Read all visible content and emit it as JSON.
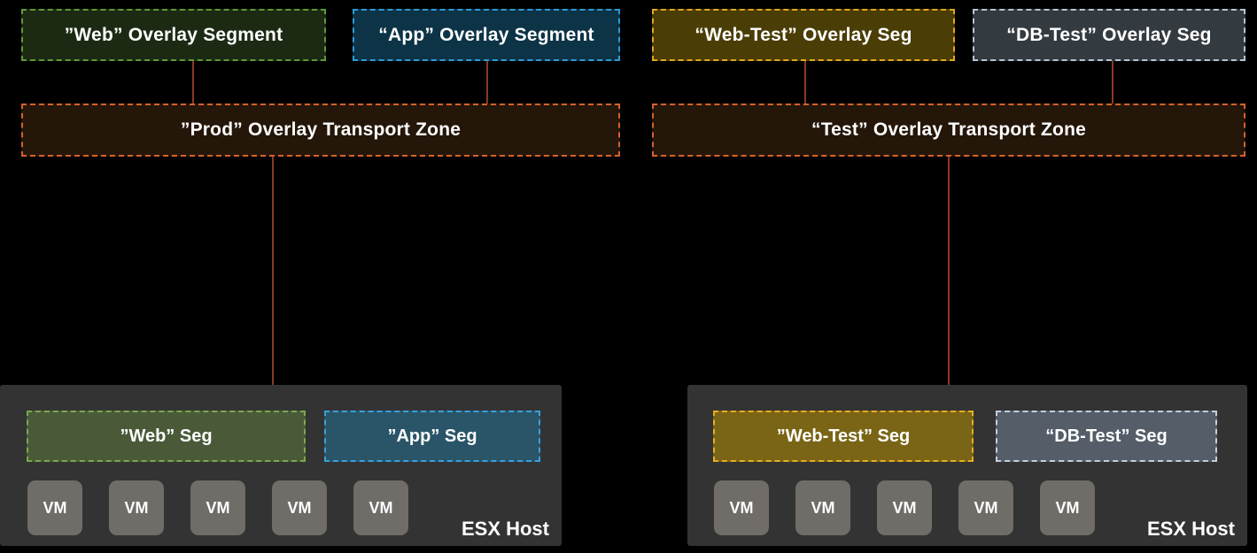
{
  "colors": {
    "background": "#000000",
    "connector": "#8a3a20",
    "host_bg": "#333333",
    "vm_bg": "#706c68",
    "web_border": "#5c9a3a",
    "app_border": "#2e9bd6",
    "webtest_border": "#e0a81c",
    "dbtest_border": "#b8c4d4",
    "tz_border": "#d4622a"
  },
  "overlay_segments": [
    {
      "label": "”Web” Overlay Segment",
      "accent": "#5c9a3a"
    },
    {
      "label": "“App” Overlay Segment",
      "accent": "#2e9bd6"
    },
    {
      "label": "“Web-Test” Overlay Seg",
      "accent": "#e0a81c"
    },
    {
      "label": "“DB-Test” Overlay Seg",
      "accent": "#b8c4d4"
    }
  ],
  "transport_zones": [
    {
      "label": "”Prod” Overlay Transport Zone"
    },
    {
      "label": "“Test” Overlay Transport Zone"
    }
  ],
  "hosts": [
    {
      "label": "ESX Host",
      "segments": [
        {
          "label": "”Web” Seg"
        },
        {
          "label": "”App” Seg"
        }
      ],
      "vms": [
        {
          "label": "VM"
        },
        {
          "label": "VM"
        },
        {
          "label": "VM"
        },
        {
          "label": "VM"
        },
        {
          "label": "VM"
        }
      ]
    },
    {
      "label": "ESX Host",
      "segments": [
        {
          "label": "”Web-Test” Seg"
        },
        {
          "label": "“DB-Test” Seg"
        }
      ],
      "vms": [
        {
          "label": "VM"
        },
        {
          "label": "VM"
        },
        {
          "label": "VM"
        },
        {
          "label": "VM"
        },
        {
          "label": "VM"
        }
      ]
    }
  ]
}
